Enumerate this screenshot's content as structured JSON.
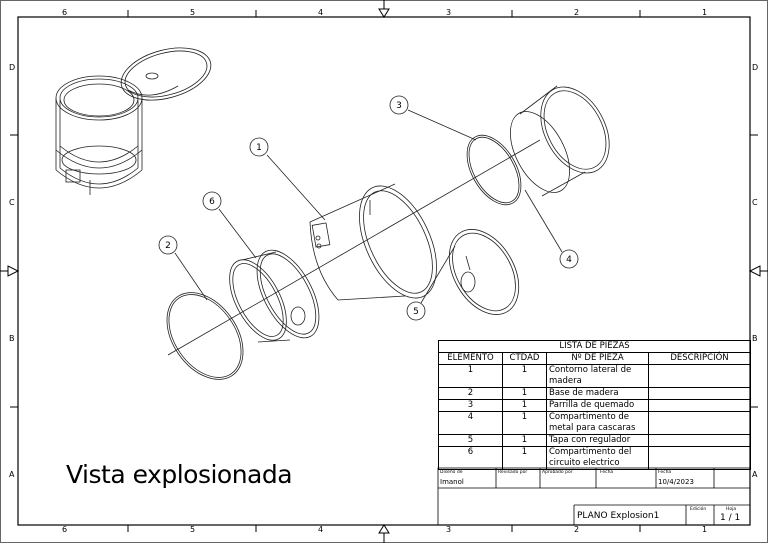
{
  "drawing_title": "Vista explosionada",
  "zones": {
    "columns": [
      "6",
      "5",
      "4",
      "3",
      "2",
      "1"
    ],
    "rows": [
      "D",
      "C",
      "B",
      "A"
    ]
  },
  "balloons": [
    "1",
    "2",
    "3",
    "4",
    "5",
    "6"
  ],
  "parts_list": {
    "title": "LISTA DE PIEZAS",
    "headers": [
      "ELEMENTO",
      "CTDAD",
      "Nº DE PIEZA",
      "DESCRIPCIÓN"
    ],
    "rows": [
      {
        "elemento": "1",
        "ctdad": "1",
        "pieza": "Contorno lateral de madera",
        "descripcion": ""
      },
      {
        "elemento": "2",
        "ctdad": "1",
        "pieza": "Base de madera",
        "descripcion": ""
      },
      {
        "elemento": "3",
        "ctdad": "1",
        "pieza": "Parrilla de quemado",
        "descripcion": ""
      },
      {
        "elemento": "4",
        "ctdad": "1",
        "pieza": "Compartimento de metal para cascaras",
        "descripcion": ""
      },
      {
        "elemento": "5",
        "ctdad": "1",
        "pieza": "Tapa con regulador",
        "descripcion": ""
      },
      {
        "elemento": "6",
        "ctdad": "1",
        "pieza": "Compartimento del circuito electrico",
        "descripcion": ""
      }
    ]
  },
  "title_block": {
    "disenado_label": "Diseño de",
    "disenado_value": "Imanol",
    "revisado_label": "Revisado por",
    "aprobado_label": "Aprobado por",
    "fecha1_label": "Fecha",
    "fecha2_label": "Fecha",
    "fecha_value": "10/4/2023",
    "plano": "PLANO Explosion1",
    "edicion_label": "Edición",
    "hoja_label": "Hoja",
    "hoja_value": "1 / 1"
  }
}
